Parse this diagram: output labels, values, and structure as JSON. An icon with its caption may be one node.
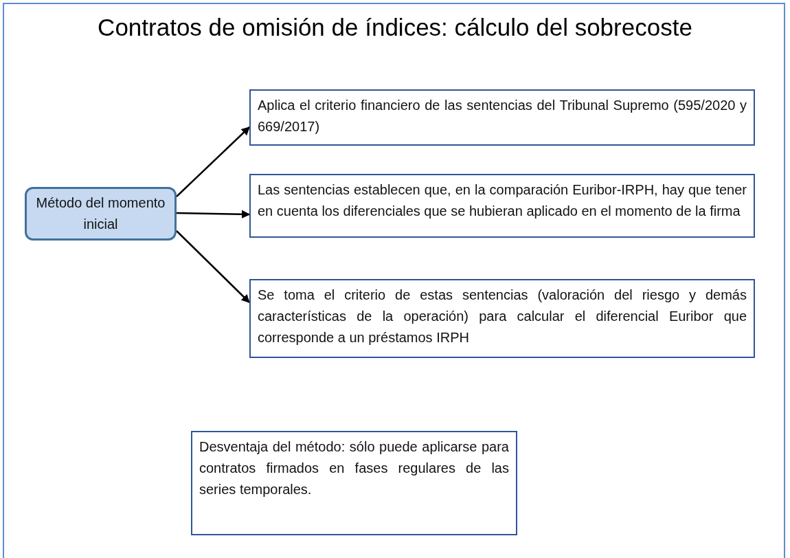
{
  "diagram": {
    "title": "Contratos de omisión de índices: cálculo del sobrecoste",
    "nodes": [
      {
        "text": [
          "Método del momento inicial"
        ]
      },
      {
        "text": [
          "Aplica el criterio financiero de las sentencias del Tribunal Supremo (595/2020 y 669/2017)"
        ]
      },
      {
        "text": [
          "Las sentencias establecen que, en la comparación Euribor-IRPH, hay que tener en cuenta los diferenciales que se hubieran aplicado en el momento de la firma"
        ]
      },
      {
        "text": [
          "Se toma el criterio de estas sentencias (valoración del riesgo y demás características de la operación) para calcular el diferencial Euribor que corresponde a un préstamos IRPH"
        ]
      },
      {
        "text": [
          "Desventaja del método: sólo puede aplicarse para contratos firmados en fases regulares de las series temporales."
        ]
      }
    ],
    "edges": [
      {
        "from": 0,
        "to": 1,
        "arrow": "to"
      },
      {
        "from": 0,
        "to": 2,
        "arrow": "to"
      },
      {
        "from": 0,
        "to": 3,
        "arrow": "to"
      }
    ]
  }
}
